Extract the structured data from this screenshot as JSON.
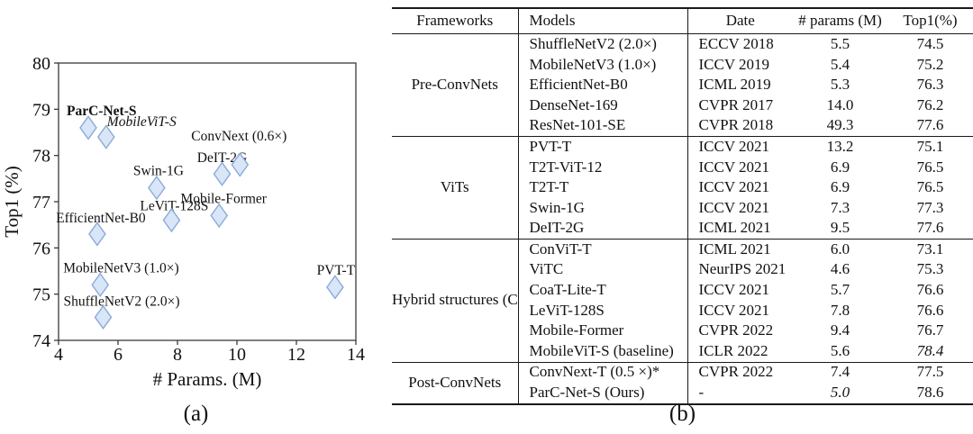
{
  "figure": {
    "caption_a": "(a)",
    "caption_b": "(b)"
  },
  "chart_data": {
    "type": "scatter",
    "title": "",
    "xlabel": "# Params. (M)",
    "ylabel": "Top1 (%)",
    "xlim": [
      4,
      14
    ],
    "ylim": [
      74,
      80
    ],
    "xticks": [
      4,
      6,
      8,
      10,
      12,
      14
    ],
    "yticks": [
      74,
      75,
      76,
      77,
      78,
      79,
      80
    ],
    "grid": false,
    "legend": "none",
    "marker": "diamond",
    "marker_fill": "#d9e6f7",
    "marker_stroke": "#8aabd8",
    "points": [
      {
        "label": "ParC-Net-S",
        "x": 5.0,
        "y": 78.6,
        "style": "bold",
        "anchor": "start",
        "dx": -24,
        "dy": -14
      },
      {
        "label": "MobileViT-S",
        "x": 5.6,
        "y": 78.4,
        "style": "italic",
        "anchor": "start",
        "dx": 1,
        "dy": -12
      },
      {
        "label": "ConvNext (0.6×)",
        "x": 10.1,
        "y": 77.8,
        "style": "normal",
        "anchor": "middle",
        "dx": -1,
        "dy": -27
      },
      {
        "label": "DeIT-2G",
        "x": 9.5,
        "y": 77.6,
        "style": "normal",
        "anchor": "middle",
        "dx": 0,
        "dy": -13
      },
      {
        "label": "Swin-1G",
        "x": 7.3,
        "y": 77.3,
        "style": "normal",
        "anchor": "middle",
        "dx": 2,
        "dy": -14
      },
      {
        "label": "Mobile-Former",
        "x": 9.4,
        "y": 76.7,
        "style": "normal",
        "anchor": "middle",
        "dx": 5,
        "dy": -14
      },
      {
        "label": "LeViT-128S",
        "x": 7.8,
        "y": 76.6,
        "style": "normal",
        "anchor": "middle",
        "dx": 3,
        "dy": -11
      },
      {
        "label": "EfficientNet-B0",
        "x": 5.3,
        "y": 76.3,
        "style": "normal",
        "anchor": "middle",
        "dx": 4,
        "dy": -13
      },
      {
        "label": "MobileNetV3 (1.0×)",
        "x": 5.4,
        "y": 75.2,
        "style": "normal",
        "anchor": "start",
        "dx": -41,
        "dy": -14
      },
      {
        "label": "PVT-T",
        "x": 13.3,
        "y": 75.15,
        "style": "normal",
        "anchor": "middle",
        "dx": 1,
        "dy": -14
      },
      {
        "label": "ShuffleNetV2 (2.0×)",
        "x": 5.5,
        "y": 74.5,
        "style": "normal",
        "anchor": "start",
        "dx": -44,
        "dy": -13
      }
    ]
  },
  "table": {
    "headers": [
      "Frameworks",
      "Models",
      "Date",
      "# params (M)",
      "Top1(%)"
    ],
    "sections": [
      {
        "framework": "Pre-ConvNets",
        "rows": [
          {
            "model": "ShuffleNetV2 (2.0×)",
            "date": "ECCV 2018",
            "params": "5.5",
            "top1": "74.5"
          },
          {
            "model": "MobileNetV3 (1.0×)",
            "date": "ICCV 2019",
            "params": "5.4",
            "top1": "75.2"
          },
          {
            "model": "EfficientNet-B0",
            "date": "ICML 2019",
            "params": "5.3",
            "top1": "76.3"
          },
          {
            "model": "DenseNet-169",
            "date": "CVPR 2017",
            "params": "14.0",
            "top1": "76.2"
          },
          {
            "model": "ResNet-101-SE",
            "date": "CVPR 2018",
            "params": "49.3",
            "top1": "77.6"
          }
        ]
      },
      {
        "framework": "ViTs",
        "rows": [
          {
            "model": "PVT-T",
            "date": "ICCV 2021",
            "params": "13.2",
            "top1": "75.1"
          },
          {
            "model": "T2T-ViT-12",
            "date": "ICCV 2021",
            "params": "6.9",
            "top1": "76.5"
          },
          {
            "model": "T2T-T",
            "date": "ICCV 2021",
            "params": "6.9",
            "top1": "76.5"
          },
          {
            "model": "Swin-1G",
            "date": "ICCV 2021",
            "params": "7.3",
            "top1": "77.3"
          },
          {
            "model": "DeIT-2G",
            "date": "ICML 2021",
            "params": "9.5",
            "top1": "77.6"
          }
        ]
      },
      {
        "framework": "Hybrid structures (ConvNet+ViT)",
        "rows": [
          {
            "model": "ConViT-T",
            "date": "ICML 2021",
            "params": "6.0",
            "top1": "73.1"
          },
          {
            "model": "ViTC",
            "date": "NeurIPS 2021",
            "params": "4.6",
            "params_style": "bold",
            "top1": "75.3"
          },
          {
            "model": "CoaT-Lite-T",
            "date": "ICCV 2021",
            "params": "5.7",
            "top1": "76.6"
          },
          {
            "model": "LeViT-128S",
            "date": "ICCV 2021",
            "params": "7.8",
            "top1": "76.6"
          },
          {
            "model": "Mobile-Former",
            "date": "CVPR 2022",
            "params": "9.4",
            "top1": "76.7"
          },
          {
            "model": "MobileViT-S (baseline)",
            "date": "ICLR 2022",
            "params": "5.6",
            "top1": "78.4",
            "top1_style": "italic"
          }
        ]
      },
      {
        "framework": "Post-ConvNets",
        "rows": [
          {
            "model": "ConvNext-T (0.5 ×)*",
            "date": "CVPR 2022",
            "params": "7.4",
            "top1": "77.5"
          },
          {
            "model": "ParC-Net-S (Ours)",
            "date": "-",
            "params": "5.0",
            "params_style": "italic",
            "top1": "78.6",
            "top1_style": "bold"
          }
        ]
      }
    ]
  }
}
